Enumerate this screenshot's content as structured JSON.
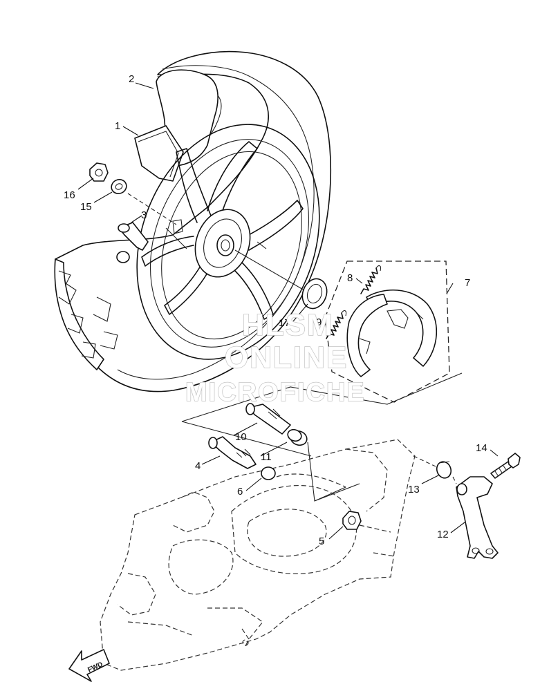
{
  "watermark": {
    "line1": "HLSM",
    "line2": "ONLINE",
    "line3": "MICROFICHE"
  },
  "direction_label": "FWD",
  "callouts": {
    "c1": "1",
    "c2": "2",
    "c3": "3",
    "c4": "4",
    "c5": "5",
    "c6": "6",
    "c7": "7",
    "c8": "8",
    "c9": "9",
    "c10": "10",
    "c11": "11",
    "c12": "12",
    "c13": "13",
    "c14": "14",
    "c15": "15",
    "c16": "16",
    "c17": "17"
  }
}
